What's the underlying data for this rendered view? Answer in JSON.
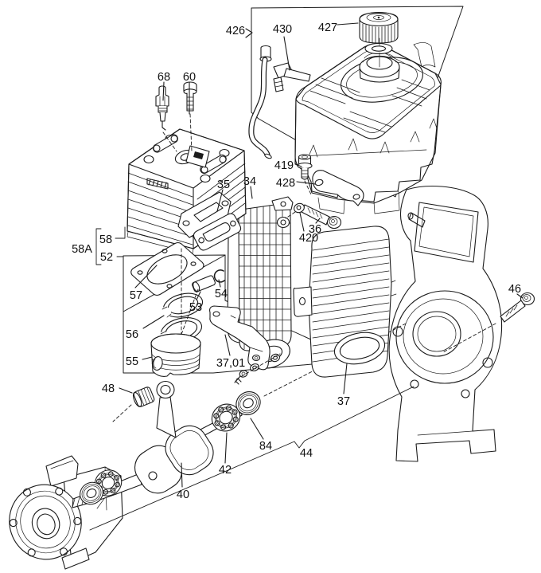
{
  "figure": {
    "kind": "exploded-parts-diagram",
    "subject": "two-stroke engine: fuel tank, cylinder, piston, crankshaft, muffler, fan housing"
  },
  "colors": {
    "background": "#ffffff",
    "line": "#1b1b1b",
    "label": "#111111"
  },
  "callouts": [
    {
      "part": "fuel-tank-assembly",
      "text": "426"
    },
    {
      "part": "fuel-tap",
      "text": "430"
    },
    {
      "part": "tank-cap",
      "text": "427"
    },
    {
      "part": "screw-419",
      "text": "419"
    },
    {
      "part": "bracket-428",
      "text": "428"
    },
    {
      "part": "spark-plug",
      "text": "68"
    },
    {
      "part": "screw-60",
      "text": "60"
    },
    {
      "part": "exhaust-gasket",
      "text": "35"
    },
    {
      "part": "muffler",
      "text": "34"
    },
    {
      "part": "bolt-36",
      "text": "36"
    },
    {
      "part": "washer-420",
      "text": "420"
    },
    {
      "part": "cylinder-group",
      "text": "58"
    },
    {
      "part": "cylinder-piston-assembly",
      "text": "58A"
    },
    {
      "part": "piston-group",
      "text": "52"
    },
    {
      "part": "cylinder-gasket",
      "text": "57"
    },
    {
      "part": "piston-pin",
      "text": "53"
    },
    {
      "part": "circlip",
      "text": "54"
    },
    {
      "part": "piston-rings",
      "text": "56"
    },
    {
      "part": "piston",
      "text": "55"
    },
    {
      "part": "nut-48",
      "text": "48"
    },
    {
      "part": "bracket-37-01",
      "text": "37,01"
    },
    {
      "part": "cover-37",
      "text": "37"
    },
    {
      "part": "bolt-46",
      "text": "46"
    },
    {
      "part": "ball-bearing",
      "text": "42"
    },
    {
      "part": "oil-seal",
      "text": "84"
    },
    {
      "part": "crankcase-assembly",
      "text": "44"
    },
    {
      "part": "crankshaft",
      "text": "40"
    }
  ]
}
